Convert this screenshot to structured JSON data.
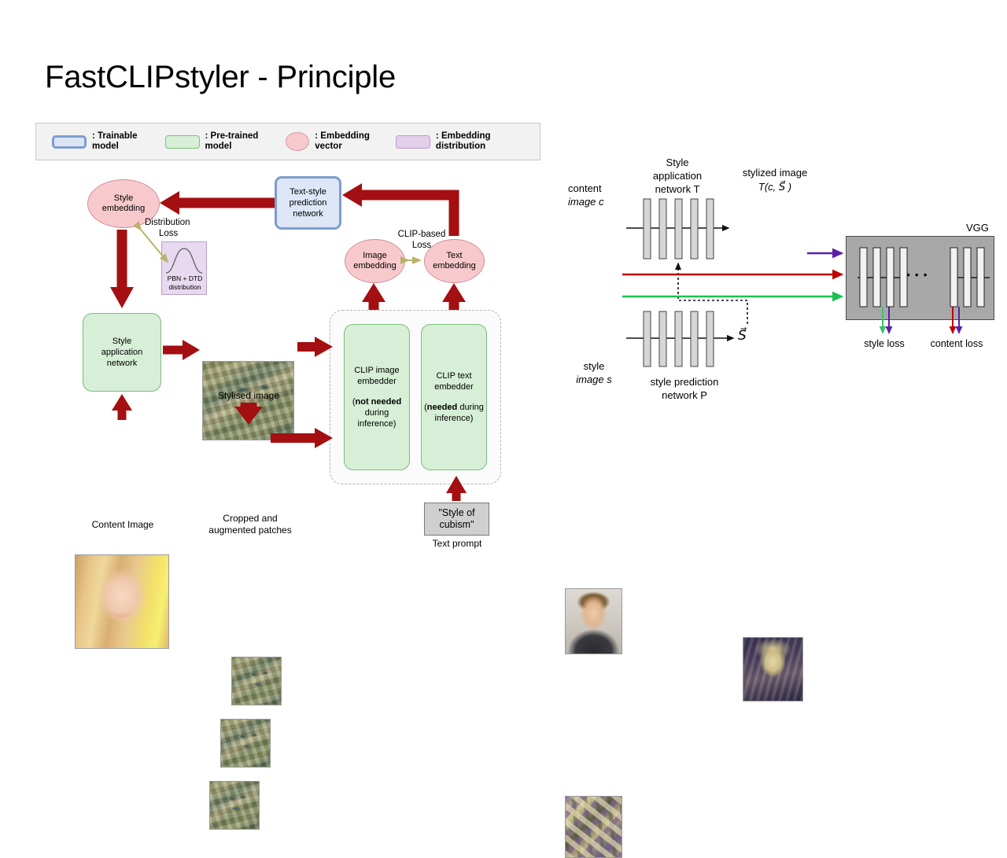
{
  "page": {
    "title": "FastCLIPstyler - Principle",
    "background": "#ffffff"
  },
  "colors": {
    "arrow_red": "#a40f12",
    "trainable_fill": "#dde7f7",
    "trainable_stroke": "#7f9cce",
    "pretrained_fill": "#d6efd6",
    "pretrained_stroke": "#7cbd7c",
    "embedding_vector_fill": "#f7c9cd",
    "embedding_distribution_fill": "#e7d9ef",
    "loss_arrow": "#b9b36a",
    "vgg_fill": "#a8a8a8",
    "purple_line": "#5b1fa8",
    "red_line": "#c00000",
    "green_line": "#19c24f",
    "prompt_fill": "#cfcfcf"
  },
  "legend": {
    "items": [
      {
        "swatch": "trainable-model-swatch",
        "label_line1": ": Trainable",
        "label_line2": "model"
      },
      {
        "swatch": "pretrained-model-swatch",
        "label_line1": ": Pre-trained",
        "label_line2": "model"
      },
      {
        "swatch": "embedding-vector-swatch",
        "label_line1": ": Embedding",
        "label_line2": "vector"
      },
      {
        "swatch": "embedding-distribution-swatch",
        "label_line1": ": Embedding",
        "label_line2": "distribution"
      }
    ]
  },
  "left_diagram": {
    "style_embedding": {
      "line1": "Style",
      "line2": "embedding"
    },
    "text_style_prediction_network": {
      "line1": "Text-style",
      "line2": "prediction",
      "line3": "network"
    },
    "distribution_loss": {
      "line1": "Distribution",
      "line2": "Loss"
    },
    "pbn_dtd": {
      "line1": "PBN + DTD",
      "line2": "distribution"
    },
    "clip_based_loss": {
      "line1": "CLIP-based",
      "line2": "Loss"
    },
    "image_embedding": {
      "line1": "Image",
      "line2": "embedding"
    },
    "text_embedding": {
      "line1": "Text",
      "line2": "embedding"
    },
    "style_application_network": {
      "line1": "Style",
      "line2": "application",
      "line3": "network"
    },
    "stylised_image_caption": "Stylised image",
    "content_image_caption": "Content Image",
    "cropped_patches_caption": {
      "line1": "Cropped and",
      "line2": "augmented patches"
    },
    "clip_image_embedder": {
      "line1": "CLIP image",
      "line2": "embedder",
      "note_bold": "not needed",
      "note_rest_1": "during",
      "note_rest_2": "inference)",
      "note_open": "("
    },
    "clip_text_embedder": {
      "line1": "CLIP text",
      "line2": "embedder",
      "note_bold": "needed",
      "note_rest_1": "during",
      "note_rest_2": "inference)",
      "note_open": "("
    },
    "text_prompt_box": {
      "line1": "\"Style of",
      "line2": "cubism\""
    },
    "text_prompt_caption": "Text prompt"
  },
  "right_diagram": {
    "content_image_label": {
      "line1": "content",
      "line2": "image c"
    },
    "style_application_network_label": {
      "line1": "Style",
      "line2": "application",
      "line3": "network T"
    },
    "stylized_image_label": {
      "line1": "stylized image",
      "line2": "T(c, S⃗ )"
    },
    "style_image_label": {
      "line1": "style",
      "line2": "image s"
    },
    "style_prediction_network_label": {
      "line1": "style prediction",
      "line2": "network P"
    },
    "style_vector_symbol": "S⃗",
    "vgg_label": "VGG",
    "style_loss_label": "style loss",
    "content_loss_label": "content loss",
    "vgg_ellipsis": "• • •"
  }
}
